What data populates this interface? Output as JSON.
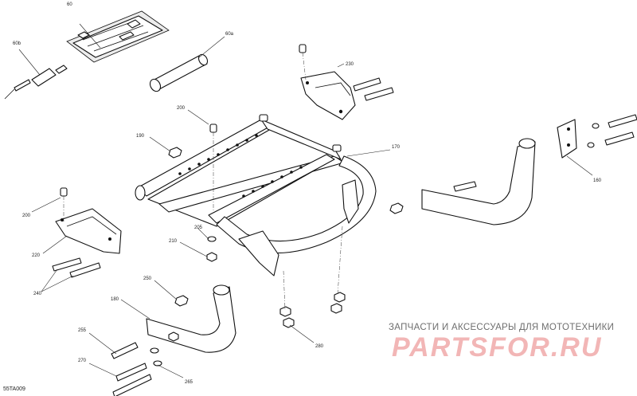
{
  "diagram": {
    "reference_code": "55TA009",
    "callouts": {
      "c60": "60",
      "c60b": "60b",
      "c60a": "60a",
      "c230": "230",
      "c200_top": "200",
      "c190": "190",
      "c170": "170",
      "c160": "160",
      "c200_left": "200",
      "c220": "220",
      "c205": "205",
      "c210": "210",
      "c240": "240",
      "c250": "250",
      "c180": "180",
      "c255": "255",
      "c270": "270",
      "c265": "265",
      "c280": "280"
    }
  },
  "watermark": {
    "tagline": "ЗАПЧАСТИ И АКСЕССУАРЫ ДЛЯ МОТОТЕХНИКИ",
    "brand": "PARTSFOR.RU",
    "brand_color": "#f2b6b6"
  }
}
